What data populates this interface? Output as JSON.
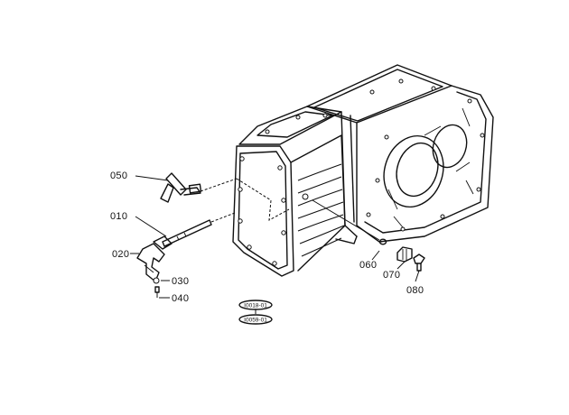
{
  "parts": [
    {
      "id": "p050",
      "callout": "050",
      "name_icon": "shift-lever-icon"
    },
    {
      "id": "p010",
      "callout": "010",
      "name_icon": "shift-rod-icon"
    },
    {
      "id": "p020",
      "callout": "020",
      "name_icon": "shift-fork-icon"
    },
    {
      "id": "p030",
      "callout": "030",
      "name_icon": "ball-icon"
    },
    {
      "id": "p040",
      "callout": "040",
      "name_icon": "spring-icon"
    },
    {
      "id": "p060",
      "callout": "060",
      "name_icon": "washer-icon"
    },
    {
      "id": "p070",
      "callout": "070",
      "name_icon": "plug-icon"
    },
    {
      "id": "p080",
      "callout": "080",
      "name_icon": "bolt-icon"
    }
  ],
  "refs": [
    "I0018-01",
    "I0059-01"
  ],
  "assembly_icon": "transmission-case-icon"
}
